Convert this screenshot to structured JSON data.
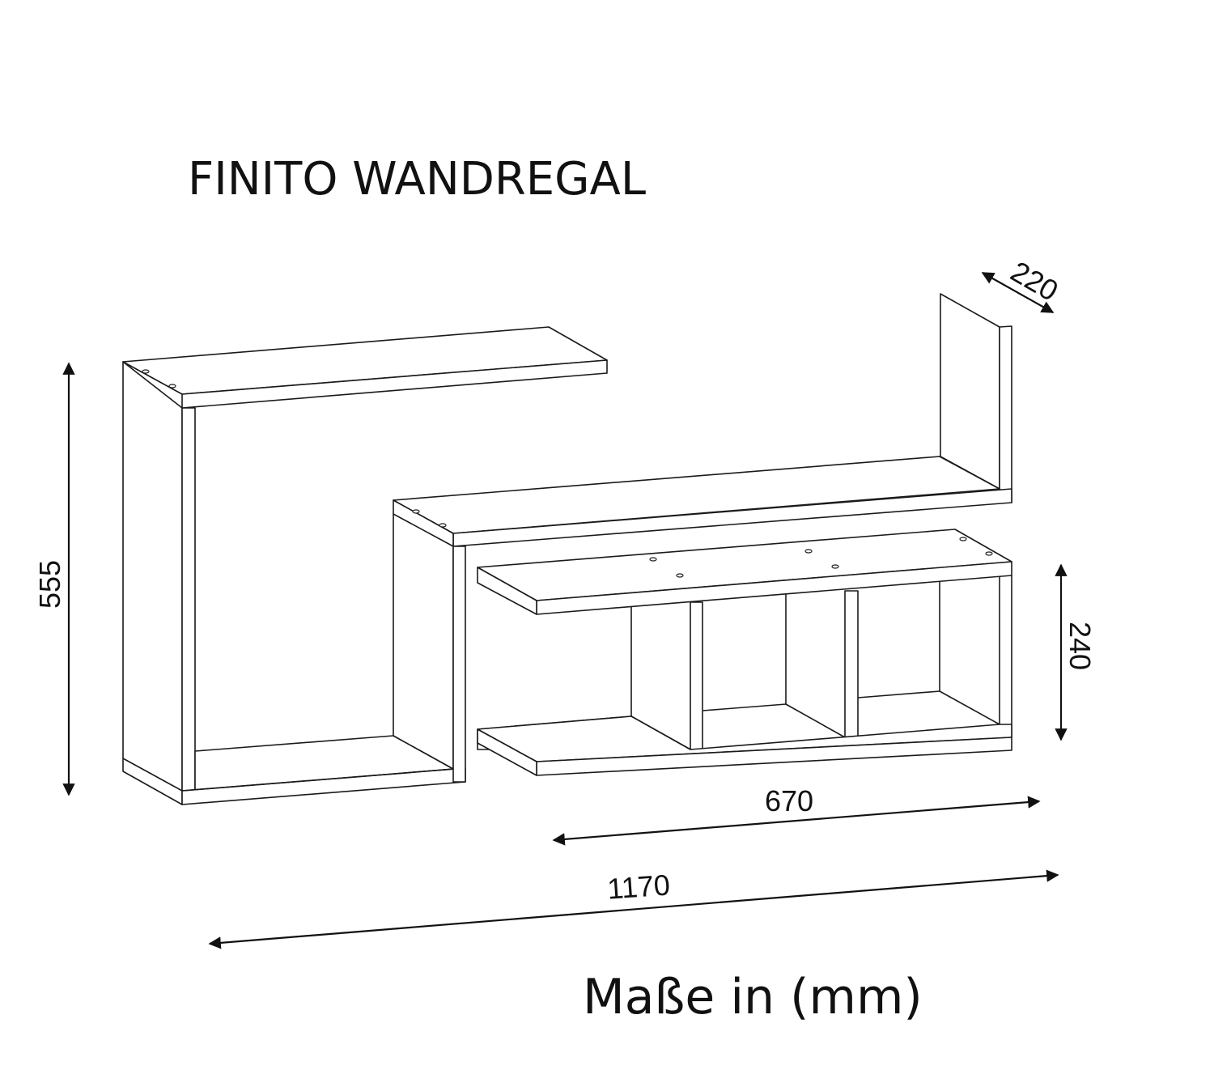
{
  "title": "FINITO WANDREGAL",
  "units_note": "Maße in (mm)",
  "dimensions": {
    "height_total": "555",
    "depth": "220",
    "height_lower_unit": "240",
    "width_lower_unit": "670",
    "width_total": "1170"
  },
  "colors": {
    "line": "#1a1a1a",
    "background": "#ffffff"
  }
}
